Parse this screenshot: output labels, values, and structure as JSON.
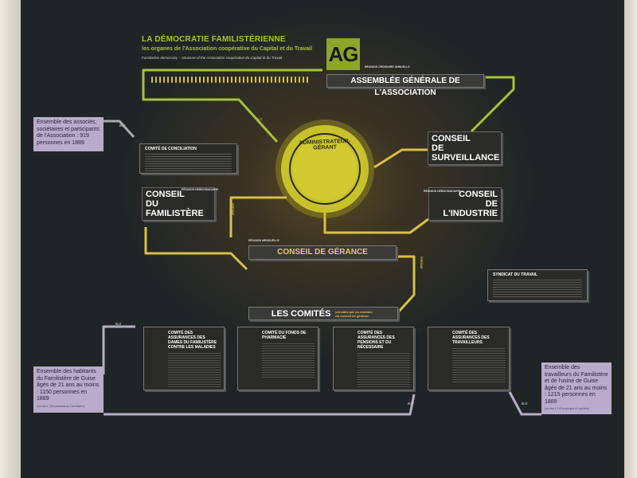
{
  "header": {
    "title": "LA DÉMOCRATIE FAMILISTÉRIENNE",
    "subtitle": "les organes de l'Association coopérative du Capital et du Travail",
    "subtitle_en": "Familistère democracy – structure of the Association coopérative du Capital et du Travail"
  },
  "ag": {
    "badge": "AG",
    "meeting": "RÉUNION ORDINAIRE ANNUELLE",
    "title": "ASSEMBLÉE GÉNÉRALE DE L'ASSOCIATION"
  },
  "center": {
    "title": "ADMINISTRATEUR-GÉRANT"
  },
  "councils": {
    "conciliation": "COMITÉ DE CONCILIATION",
    "familistere": {
      "line1": "CONSEIL",
      "line2": "DU FAMILISTÈRE",
      "meeting": "RÉUNION HEBDOMADAIRE"
    },
    "surveillance": {
      "line1": "CONSEIL",
      "line2": "DE SURVEILLANCE"
    },
    "industrie": {
      "line1": "CONSEIL",
      "line2": "DE L'INDUSTRIE",
      "meeting": "RÉUNION HEBDOMADAIRE"
    },
    "gerance": {
      "title": "CONSEIL DE GÉRANCE",
      "meeting": "RÉUNION MENSUELLE"
    },
    "syndicat": "SYNDICAT DU TRAVAIL",
    "comites": {
      "title": "LES COMITÉS",
      "note": "présidés par un membre du conseil de gérance"
    }
  },
  "committees": [
    "COMITÉ DES ASSURANCES DES DAMES DU FAMILISTÈRE CONTRE LES MALADIES",
    "COMITÉ DU FONDS DE PHARMACIE",
    "COMITÉ DES ASSURANCES DES PENSIONS ET DU NÉCESSAIRE",
    "COMITÉ DES ASSURANCES DES TRAVAILLEURS"
  ],
  "arrows": {
    "elit": "ÉLIT",
    "preside": "PRÉSIDE"
  },
  "notes": {
    "associates": "Ensemble des associés, sociétaires et participants de l'Association : 919 personnes en 1889",
    "inhabitants": "Ensemble des habitants du Familistère de Guise âgés de 21 ans au moins : 1150 personnes en 1889",
    "inhabitants_sub": "(sur les 1 748 habitants du Familistère)",
    "workers": "Ensemble des travailleurs du Familistère et de l'usine de Guise âgés de 21 ans au moins : 1215 personnes en 1889",
    "workers_sub": "(sur les 1 719 employés et ouvriers)"
  },
  "colors": {
    "panel": "#1f2526",
    "green": "#8ea52b",
    "yellow": "#d8c04a",
    "lavender": "#b9abcb"
  }
}
